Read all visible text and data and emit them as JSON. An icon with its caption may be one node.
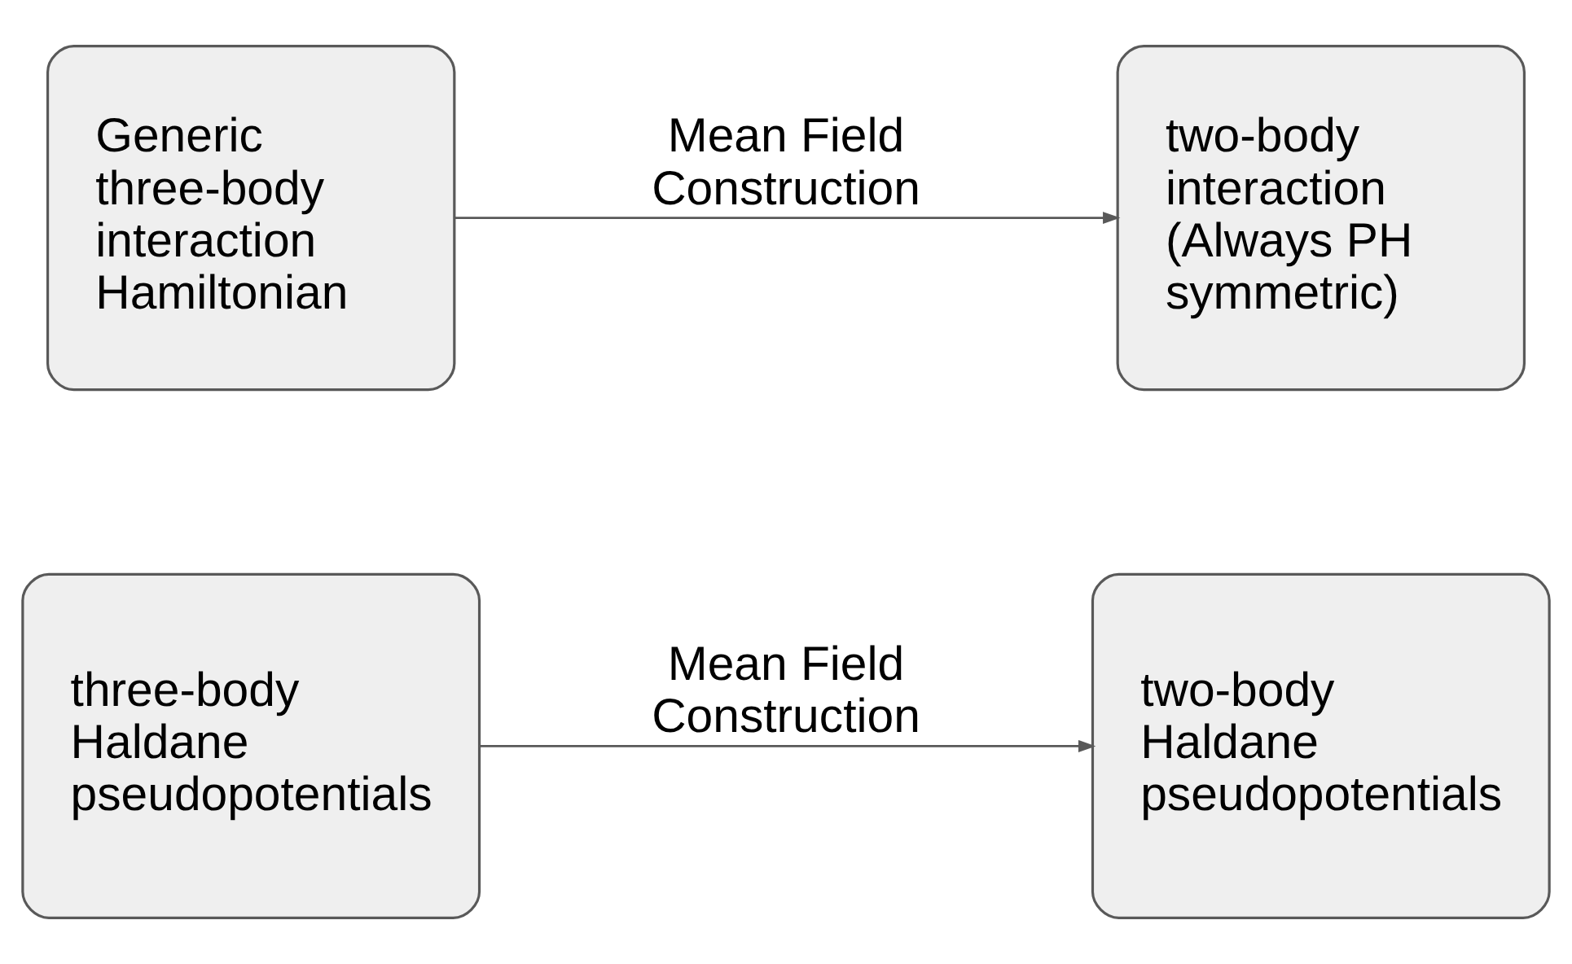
{
  "diagram": {
    "nodes": [
      {
        "text": [
          "Generic three-body interaction Hamiltonian"
        ]
      },
      {
        "text": [
          "two-body interaction (Always PH symmetric)"
        ]
      },
      {
        "text": [
          "three-body Haldane pseudopotentials"
        ]
      },
      {
        "text": [
          "two-body Haldane pseudopotentials"
        ]
      }
    ],
    "edges": [
      {
        "from": 0,
        "to": 1,
        "arrow": "to",
        "label": "Mean Field Construction"
      },
      {
        "from": 2,
        "to": 3,
        "arrow": "to",
        "label": "Mean Field Construction"
      }
    ]
  }
}
